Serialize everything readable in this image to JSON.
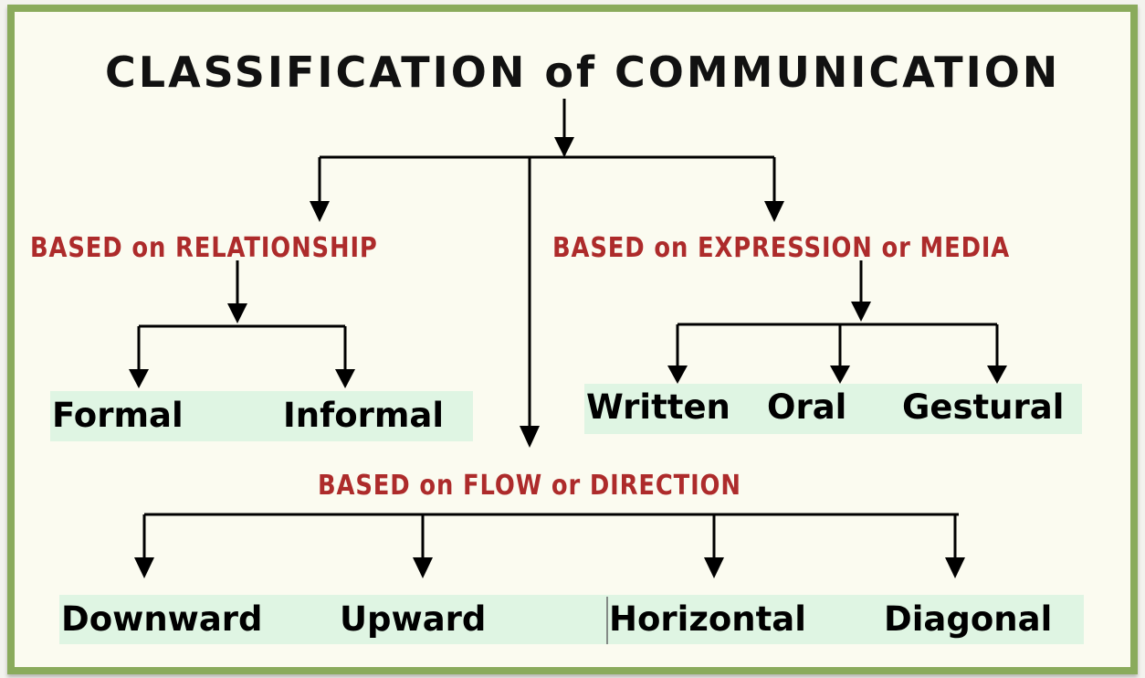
{
  "title": "CLASSIFICATION of COMMUNICATION",
  "categories": {
    "relationship": {
      "label": "BASED on RELATIONSHIP",
      "items": [
        "Formal",
        "Informal"
      ]
    },
    "expression": {
      "label": "BASED on EXPRESSION or MEDIA",
      "items": [
        "Written",
        "Oral",
        "Gestural"
      ]
    },
    "flow": {
      "label": "BASED on FLOW or DIRECTION",
      "items": [
        "Downward",
        "Upward",
        "Horizontal",
        "Diagonal"
      ]
    }
  },
  "colors": {
    "border": "#8aab5c",
    "category": "#ad2b2b",
    "highlight": "#dff5e3",
    "background": "#fbfbf0"
  }
}
